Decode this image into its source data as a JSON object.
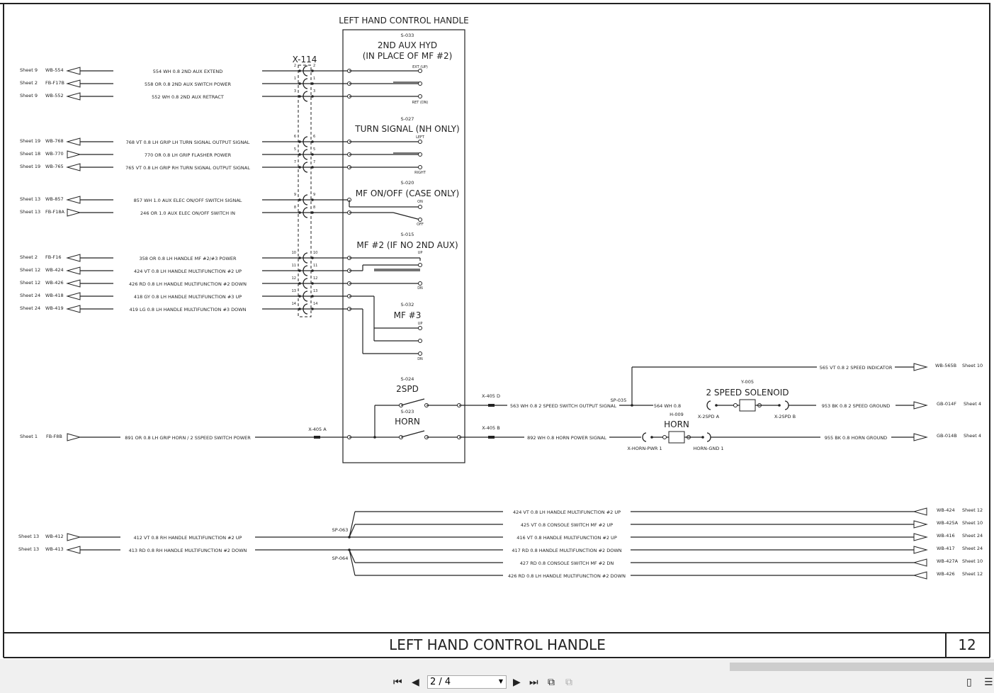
{
  "header": {
    "title": "LEFT HAND CONTROL HANDLE"
  },
  "connector_x114": "X-114",
  "left_wires": [
    {
      "sheet": "Sheet 9",
      "ref": "WB-554",
      "label": "554 WH 0.8 2ND AUX EXTEND",
      "pin": "2",
      "dir": "in"
    },
    {
      "sheet": "Sheet 2",
      "ref": "FB-F17B",
      "label": "558 OR 0.8 2ND AUX SWITCH POWER",
      "pin": "1",
      "dir": "in"
    },
    {
      "sheet": "Sheet 9",
      "ref": "WB-552",
      "label": "552 WH 0.8 2ND AUX RETRACT",
      "pin": "3",
      "dir": "in"
    },
    {
      "sheet": "Sheet 19",
      "ref": "WB-768",
      "label": "768 VT 0.8 LH GRIP LH TURN SIGNAL OUTPUT SIGNAL",
      "pin": "6",
      "dir": "in"
    },
    {
      "sheet": "Sheet 18",
      "ref": "WB-770",
      "label": "770 OR 0.8 LH GRIP FLASHER POWER",
      "pin": "5",
      "dir": "out"
    },
    {
      "sheet": "Sheet 19",
      "ref": "WB-765",
      "label": "765 VT 0.8 LH GRIP RH TURN SIGNAL OUTPUT SIGNAL",
      "pin": "7",
      "dir": "in"
    },
    {
      "sheet": "Sheet 13",
      "ref": "WB-857",
      "label": "857 WH 1.0 AUX ELEC ON/OFF SWITCH SIGNAL",
      "pin": "9",
      "dir": "in"
    },
    {
      "sheet": "Sheet 13",
      "ref": "FB-F18A",
      "label": "246 OR 1.0 AUX ELEC ON/OFF SWITCH IN",
      "pin": "8",
      "dir": "out"
    },
    {
      "sheet": "Sheet 2",
      "ref": "FB-F16",
      "label": "358 OR 0.8 LH HANDLE MF #2/#3 POWER",
      "pin": "10",
      "dir": "in"
    },
    {
      "sheet": "Sheet 12",
      "ref": "WB-424",
      "label": "424 VT 0.8 LH HANDLE MULTIFUNCTION #2 UP",
      "pin": "11",
      "dir": "in"
    },
    {
      "sheet": "Sheet 12",
      "ref": "WB-426",
      "label": "426 RD 0.8 LH HANDLE MULTIFUNCTION #2 DOWN",
      "pin": "12",
      "dir": "in"
    },
    {
      "sheet": "Sheet 24",
      "ref": "WB-418",
      "label": "418 GY 0.8 LH HANDLE MULTIFUNCTION #3 UP",
      "pin": "13",
      "dir": "in"
    },
    {
      "sheet": "Sheet 24",
      "ref": "WB-419",
      "label": "419 LG 0.8 LH HANDLE MULTIFUNCTION #3 DOWN",
      "pin": "14",
      "dir": "in"
    }
  ],
  "handle_box": {
    "title": "LEFT HAND CONTROL HANDLE",
    "switches": [
      {
        "id": "S-033",
        "name": "2ND AUX HYD",
        "sub": "(IN PLACE OF MF #2)",
        "pos_a": "EXT (UP)",
        "pos_b": "RET (DN)"
      },
      {
        "id": "S-027",
        "name": "TURN SIGNAL (NH ONLY)",
        "pos_a": "LEFT",
        "pos_b": "RIGHT"
      },
      {
        "id": "S-020",
        "name": "MF ON/OFF (CASE ONLY)",
        "pos_a": "ON",
        "pos_b": "OFF"
      },
      {
        "id": "S-015",
        "name": "MF #2 (IF NO 2ND AUX)",
        "pos_a": "UP",
        "pos_b": "DN"
      },
      {
        "id": "S-032",
        "name": "MF #3",
        "pos_a": "UP",
        "pos_b": "DN"
      },
      {
        "id": "S-024",
        "name": "2SPD"
      },
      {
        "id": "S-023",
        "name": "HORN"
      }
    ]
  },
  "horn_power": {
    "sheet": "Sheet 1",
    "ref": "FB-F8B",
    "label": "891 OR 0.8 LH GRIP HORN / 2 SSPEED SWITCH POWER",
    "connector": "X-405 A"
  },
  "right_circuit": {
    "x405d": "X-405 D",
    "x405b": "X-405 B",
    "w563": "563 WH 0.8 2 SPEED SWITCH OUTPUT SIGNAL",
    "sp035": "SP-035",
    "w564": "564 WH 0.8",
    "w565": "565 VT 0.8 2 SPEED INDICATOR",
    "ref565": "WB-565B",
    "sheet565": "Sheet 10",
    "solenoid_id": "Y-005",
    "solenoid_name": "2 SPEED SOLENOID",
    "x2spda": "X-2SPD A",
    "x2spdb": "X-2SPD B",
    "w953": "953 BK 0.8 2 SPEED GROUND",
    "ref953": "GB-014F",
    "sheet953": "Sheet 4",
    "w892": "892 WH 0.8 HORN POWER SIGNAL",
    "horn_id": "H-009",
    "horn_name": "HORN",
    "xhornpwr": "X-HORN-PWR 1",
    "horngnd": "HORN-GND 1",
    "w955": "955 BK 0.8 HORN GROUND",
    "ref955": "GB-014B",
    "sheet955": "Sheet 4"
  },
  "splice_left": [
    {
      "sheet": "Sheet 13",
      "ref": "WB-412",
      "label": "412 VT 0.8 RH HANDLE MULTIFUNCTION #2 UP",
      "dir": "out"
    },
    {
      "sheet": "Sheet 13",
      "ref": "WB-413",
      "label": "413 RD 0.8 RH HANDLE MULTIFUNCTION #2 DOWN",
      "dir": "in"
    }
  ],
  "splices": [
    "SP-063",
    "SP-064"
  ],
  "splice_right": [
    {
      "label": "424 VT 0.8 LH HANDLE MULTIFUNCTION #2 UP",
      "ref": "WB-424",
      "sheet": "Sheet 12",
      "dir": "in"
    },
    {
      "label": "425 VT 0.8 CONSOLE SWITCH MF #2 UP",
      "ref": "WB-425A",
      "sheet": "Sheet 10",
      "dir": "out"
    },
    {
      "label": "416 VT 0.8 HANDLE MULTIFUNCTION #2 UP",
      "ref": "WB-416",
      "sheet": "Sheet 24",
      "dir": "out"
    },
    {
      "label": "417 RD 0.8 HANDLE MULTIFUNCTION #2 DOWN",
      "ref": "WB-417",
      "sheet": "Sheet 24",
      "dir": "out"
    },
    {
      "label": "427 RD 0.8 CONSOLE SWITCH MF #2 DN",
      "ref": "WB-427A",
      "sheet": "Sheet 10",
      "dir": "in"
    },
    {
      "label": "426 RD 0.8 LH HANDLE MULTIFUNCTION #2 DOWN",
      "ref": "WB-426",
      "sheet": "Sheet 12",
      "dir": "in"
    }
  ],
  "title_block": {
    "title": "LEFT HAND CONTROL HANDLE",
    "sheet_number": "12"
  },
  "viewer": {
    "page_value": "2 / 4",
    "icons": [
      "first-page-icon",
      "prev-page-icon",
      "next-page-icon",
      "last-page-icon",
      "previous-view-icon",
      "next-view-icon",
      "single-page-icon",
      "continuous-page-icon"
    ]
  }
}
